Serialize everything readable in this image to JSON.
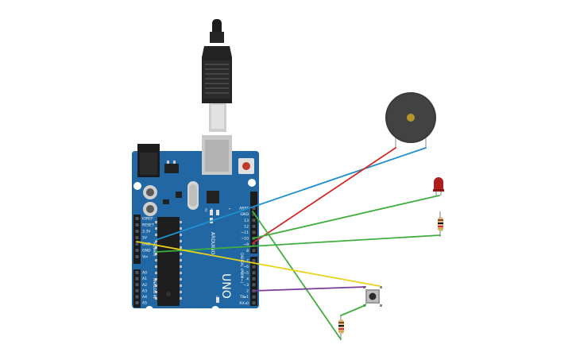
{
  "board": {
    "model_text": "UNO",
    "brand_text": "ARDUINO",
    "power_label": "POWER",
    "analog_label": "ANALOG IN",
    "digital_label": "DIGITAL (PWM~)",
    "tx_label": "TX",
    "rx_label": "RX",
    "l_label": "L",
    "on_label": "ON",
    "power_pins": [
      "IOREF",
      "RESET",
      "3.3V",
      "5V",
      "GND",
      "GND",
      "Vin"
    ],
    "analog_pins": [
      "A0",
      "A1",
      "A2",
      "A3",
      "A4",
      "A5"
    ],
    "digital_top_pins": [
      "AREF",
      "GND",
      "13",
      "12",
      "~11",
      "~10",
      "~9",
      "8"
    ],
    "digital_bottom_pins": [
      "7",
      "~6",
      "~5",
      "4",
      "~3",
      "2",
      "TX▸1",
      "RX◃0"
    ]
  },
  "components": {
    "usb_cable": "usb-cable",
    "buzzer": "piezo-buzzer",
    "led": "red-led",
    "pushbutton": "pushbutton"
  },
  "colors": {
    "board": "#2167a3",
    "wire_blue": "#1f8fcf",
    "wire_red": "#d42a25",
    "wire_green": "#3fae3f",
    "wire_yellow": "#e8d21c",
    "wire_purple": "#7a3b96",
    "led_red": "#b01e1e",
    "buzzer_body": "#3a3a3a",
    "buzzer_center": "#b8962e"
  }
}
